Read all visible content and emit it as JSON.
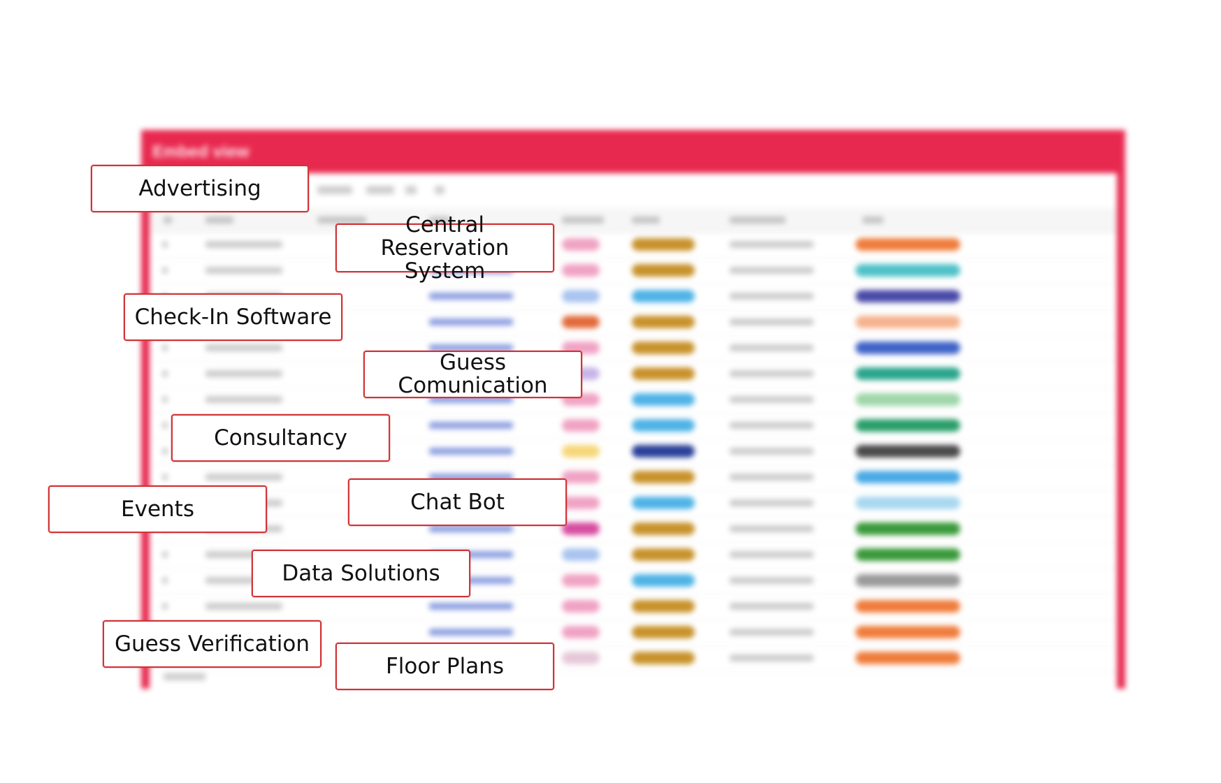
{
  "background_window": {
    "title": "Embed view",
    "accent_color": "#e8294f"
  },
  "labels": [
    "Advertising",
    "Central Reservation System",
    "Check-In Software",
    "Guess Comunication",
    "Consultancy",
    "Events",
    "Chat Bot",
    "Data Solutions",
    "Guess Verification",
    "Floor Plans"
  ],
  "colors": {
    "label_border": "#d13438",
    "label_text": "#111111"
  }
}
